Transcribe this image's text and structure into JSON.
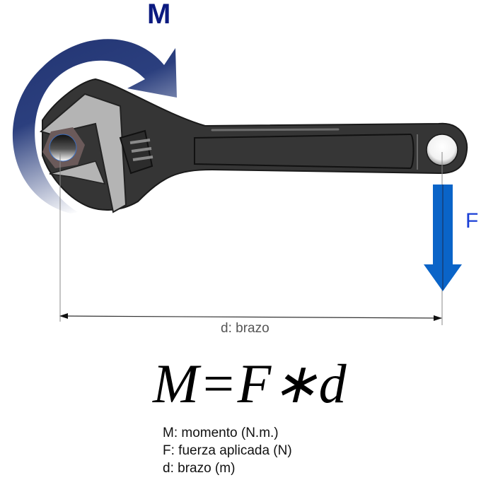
{
  "diagram": {
    "moment_label": "M",
    "force_label": "F",
    "distance_label": "d: brazo",
    "formula": "M=F∗d",
    "legend": [
      "M: momento (N.m.)",
      "F: fuerza aplicada (N)",
      "d: brazo (m)"
    ],
    "colors": {
      "moment_arrow": "#1f2f66",
      "moment_label": "#0b1a80",
      "force_arrow": "#0a64c8",
      "force_label": "#1a3fd6",
      "wrench_body": "#353535",
      "wrench_jaw": "#b4b4b4",
      "nut": "#6b5a5a"
    },
    "icons": [
      "rotation-arrow-icon",
      "wrench-icon",
      "nut-icon",
      "force-arrow-icon",
      "dimension-arrow-icon"
    ]
  }
}
